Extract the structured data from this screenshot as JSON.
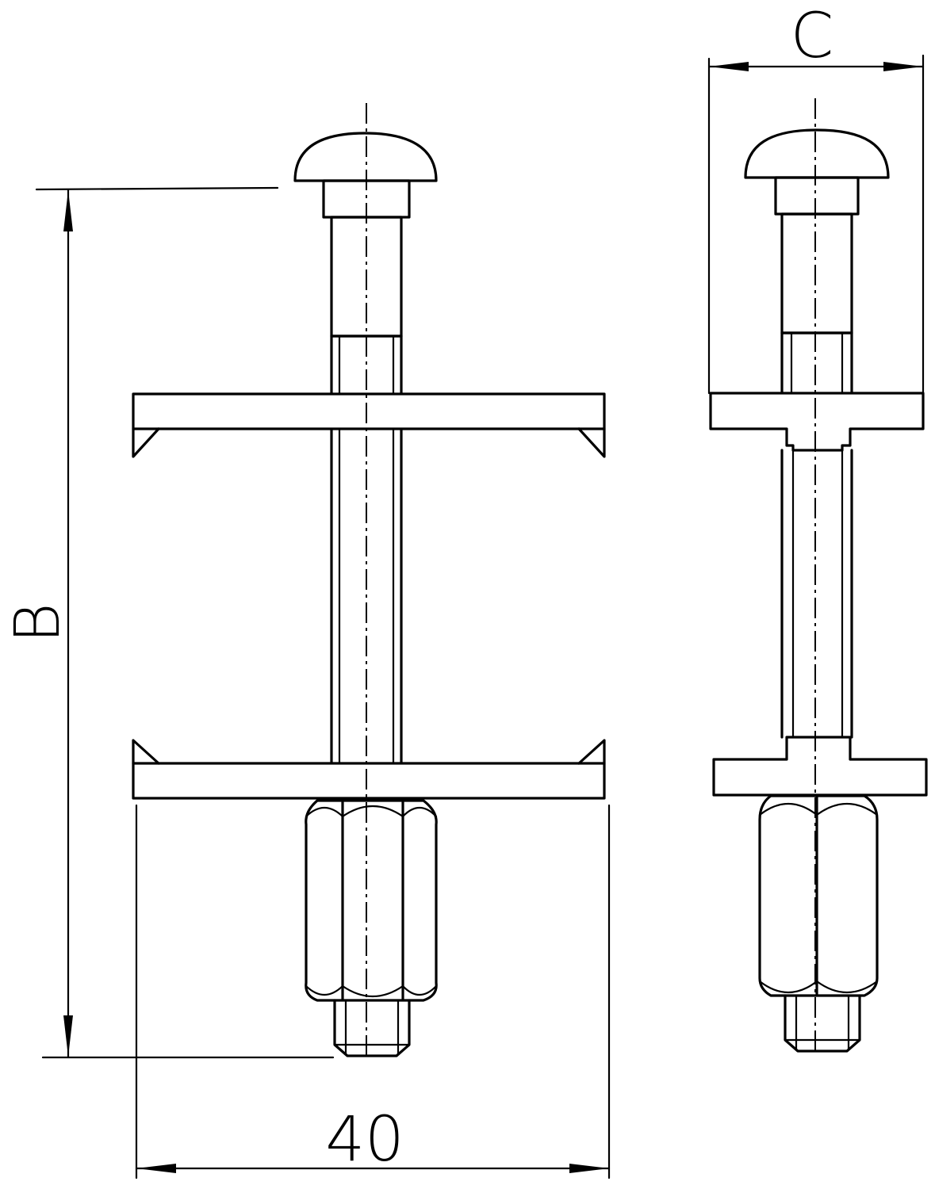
{
  "diagram": {
    "dimensions": {
      "height_label": "B",
      "width_label": "40",
      "side_width_label": "C"
    },
    "colors": {
      "line": "#000000",
      "background": "#ffffff"
    }
  }
}
